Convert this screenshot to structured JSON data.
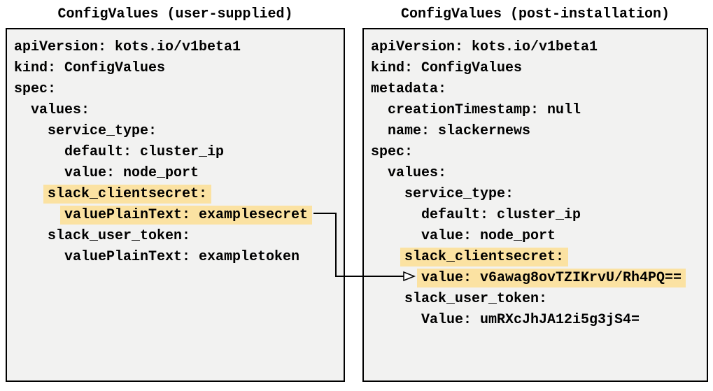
{
  "colors": {
    "highlight": "#fbe2a2",
    "panel_bg": "#f2f2f1",
    "border": "#000000",
    "arrow": "#000000"
  },
  "left_panel": {
    "title": "ConfigValues (user-supplied)",
    "lines": [
      {
        "indent": 0,
        "text": "apiVersion: kots.io/v1beta1",
        "highlight": false
      },
      {
        "indent": 0,
        "text": "kind: ConfigValues",
        "highlight": false
      },
      {
        "indent": 0,
        "text": "spec:",
        "highlight": false
      },
      {
        "indent": 2,
        "text": "values:",
        "highlight": false
      },
      {
        "indent": 4,
        "text": "service_type:",
        "highlight": false
      },
      {
        "indent": 6,
        "text": "default: cluster_ip",
        "highlight": false
      },
      {
        "indent": 6,
        "text": "value: node_port",
        "highlight": false
      },
      {
        "indent": 4,
        "text": "slack_clientsecret:",
        "highlight": true
      },
      {
        "indent": 6,
        "text": "valuePlainText: examplesecret",
        "highlight": true
      },
      {
        "indent": 4,
        "text": "slack_user_token:",
        "highlight": false
      },
      {
        "indent": 6,
        "text": "valuePlainText: exampletoken",
        "highlight": false
      }
    ]
  },
  "right_panel": {
    "title": "ConfigValues (post-installation)",
    "lines": [
      {
        "indent": 0,
        "text": "apiVersion: kots.io/v1beta1",
        "highlight": false
      },
      {
        "indent": 0,
        "text": "kind: ConfigValues",
        "highlight": false
      },
      {
        "indent": 0,
        "text": "metadata:",
        "highlight": false
      },
      {
        "indent": 2,
        "text": "creationTimestamp: null",
        "highlight": false
      },
      {
        "indent": 2,
        "text": "name: slackernews",
        "highlight": false
      },
      {
        "indent": 0,
        "text": "spec:",
        "highlight": false
      },
      {
        "indent": 2,
        "text": "values:",
        "highlight": false
      },
      {
        "indent": 4,
        "text": "service_type:",
        "highlight": false
      },
      {
        "indent": 6,
        "text": "default: cluster_ip",
        "highlight": false
      },
      {
        "indent": 6,
        "text": "value: node_port",
        "highlight": false
      },
      {
        "indent": 4,
        "text": "slack_clientsecret:",
        "highlight": true
      },
      {
        "indent": 6,
        "text": "value: v6awag8ovTZIKrvU/Rh4PQ==",
        "highlight": true
      },
      {
        "indent": 4,
        "text": "slack_user_token:",
        "highlight": false
      },
      {
        "indent": 6,
        "text": "Value: umRXcJhJA12i5g3jS4=",
        "highlight": false
      }
    ]
  },
  "arrow": {
    "from": "valuePlainText: examplesecret",
    "to": "value: v6awag8ovTZIKrvU/Rh4PQ=="
  }
}
